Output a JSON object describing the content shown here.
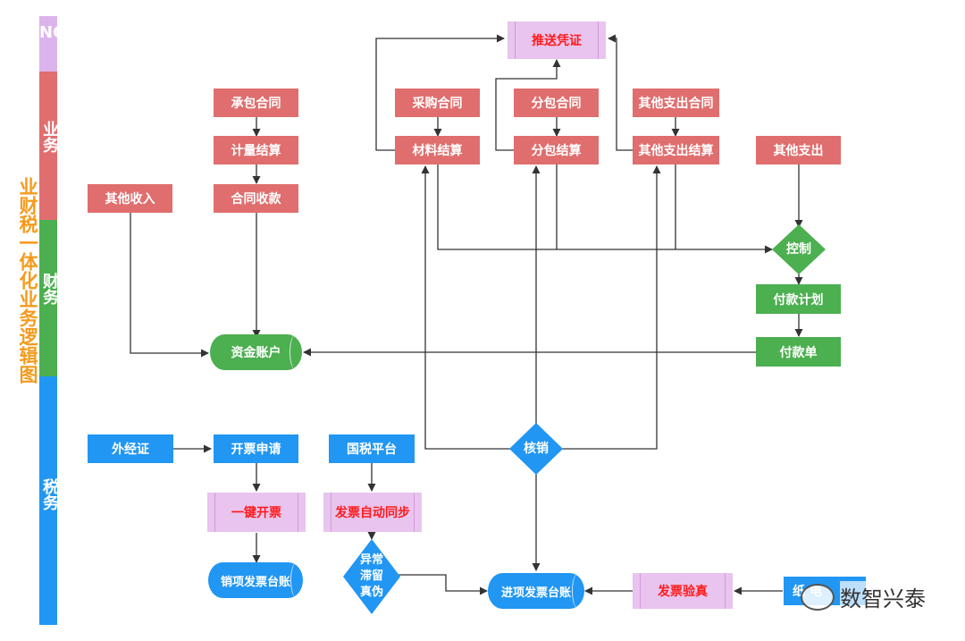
{
  "title_vertical": "业财税一体化业务逻辑图",
  "lanes": {
    "nc": "NC",
    "business": "业务",
    "finance": "财务",
    "tax": "税务"
  },
  "nodes": {
    "push_voucher": "推送凭证",
    "contract": "承包合同",
    "measure_settle": "计量结算",
    "contract_receipt": "合同收款",
    "other_income": "其他收入",
    "purchase_contract": "采购合同",
    "material_settle": "材料结算",
    "sub_contract": "分包合同",
    "sub_settle": "分包结算",
    "other_exp_contract": "其他支出合同",
    "other_exp_settle": "其他支出结算",
    "other_exp": "其他支出",
    "control": "控制",
    "pay_plan": "付款计划",
    "pay_order": "付款单",
    "fund_account": "资金账户",
    "verify": "核销",
    "foreign_cert": "外经证",
    "invoice_apply": "开票申请",
    "one_click_invoice": "一键开票",
    "sales_ledger": "销项发票台账",
    "tax_platform": "国税平台",
    "invoice_sync": "发票自动同步",
    "abnormal": "异常滞留真伪",
    "input_ledger": "进项发票台账",
    "invoice_verify": "发票验真",
    "e_invoice_partial": "纸 电"
  },
  "watermark": "数智兴泰",
  "colors": {
    "business": "#e06e6e",
    "finance": "#4caf50",
    "tax": "#2196f3",
    "system": "#e8c4ee",
    "title": "#f59a1c"
  }
}
